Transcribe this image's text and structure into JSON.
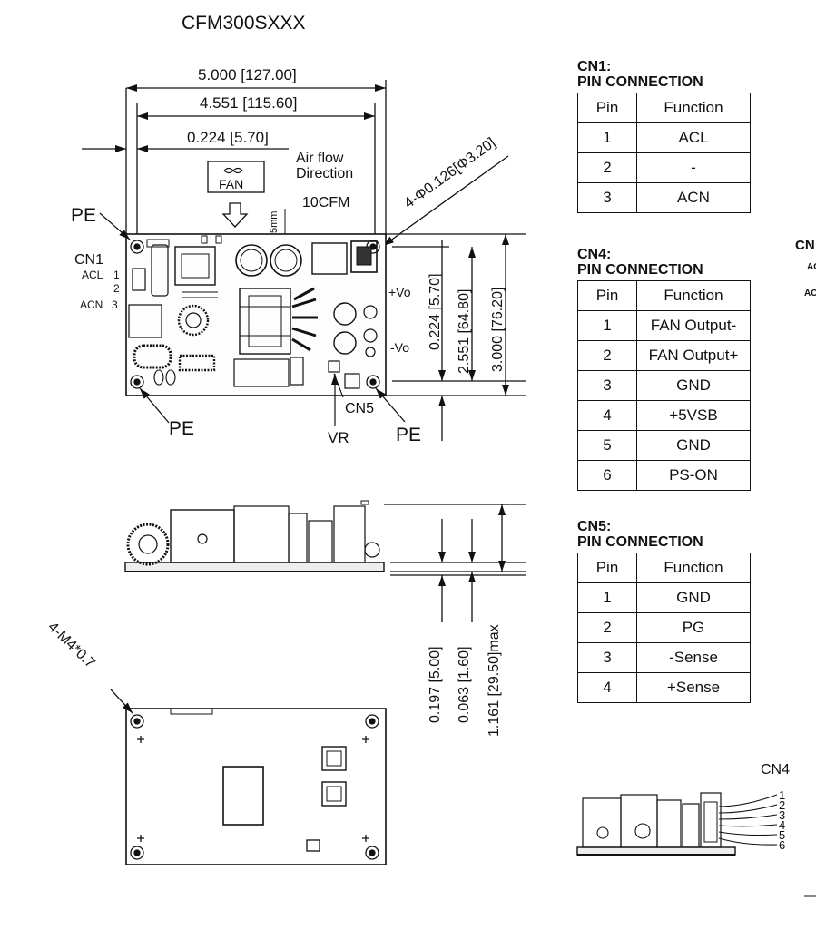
{
  "title": "CFM300SXXX",
  "dims": {
    "d1": "5.000 [127.00]",
    "d2": "4.551 [115.60]",
    "d3": "0.224 [5.70]",
    "d4": "0.224 [5.70]",
    "d5": "2.551 [64.80]",
    "d6": "3.000 [76.20]",
    "d7": "0.197 [5.00]",
    "d8": "0.063 [1.60]",
    "d9": "1.161 [29.50]max",
    "gap": "5mm",
    "holes": "4-Φ0.126[Φ3.20]",
    "screws": "4-M4*0.7"
  },
  "labels": {
    "airflow1": "Air flow",
    "airflow2": "Direction",
    "cfm": "10CFM",
    "fan": "FAN",
    "pe": "PE",
    "cn1": "CN1",
    "acl": "ACL",
    "acn": "ACN",
    "pin1": "1",
    "pin2": "2",
    "pin3": "3",
    "vo_pos": "+Vo",
    "vo_neg": "-Vo",
    "cn5": "CN5",
    "vr": "VR",
    "cn4": "CN4",
    "pins": [
      "1",
      "2",
      "3",
      "4",
      "5",
      "6"
    ]
  },
  "tables": {
    "cn1": {
      "title1": "CN1:",
      "title2": "PIN CONNECTION",
      "header": [
        "Pin",
        "Function"
      ],
      "rows": [
        [
          "1",
          "ACL"
        ],
        [
          "2",
          "-"
        ],
        [
          "3",
          "ACN"
        ]
      ]
    },
    "cn4": {
      "title1": "CN4:",
      "title2": "PIN CONNECTION",
      "header": [
        "Pin",
        "Function"
      ],
      "rows": [
        [
          "1",
          "FAN Output-"
        ],
        [
          "2",
          "FAN Output+"
        ],
        [
          "3",
          "GND"
        ],
        [
          "4",
          "+5VSB"
        ],
        [
          "5",
          "GND"
        ],
        [
          "6",
          "PS-ON"
        ]
      ]
    },
    "cn5": {
      "title1": "CN5:",
      "title2": "PIN CONNECTION",
      "header": [
        "Pin",
        "Function"
      ],
      "rows": [
        [
          "1",
          "GND"
        ],
        [
          "2",
          "PG"
        ],
        [
          "3",
          "-Sense"
        ],
        [
          "4",
          "+Sense"
        ]
      ]
    }
  },
  "edge": {
    "cn": "CN",
    "a1": "AC",
    "a2": "AC"
  }
}
